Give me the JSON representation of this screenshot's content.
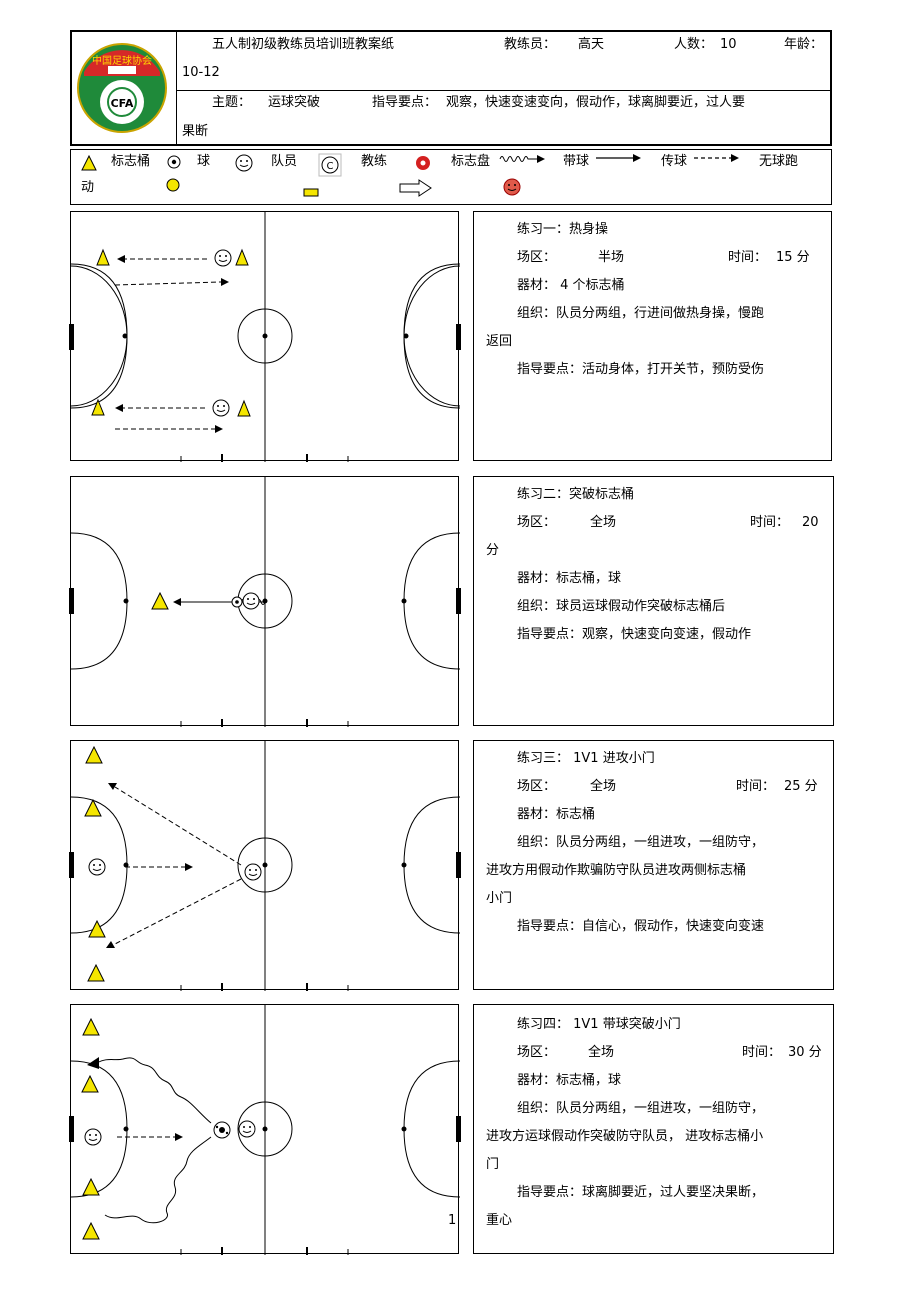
{
  "header": {
    "title": "五人制初级教练员培训班教案纸",
    "coach_label": "教练员：",
    "coach_name": "高天",
    "count_label": "人数：",
    "count_value": "10",
    "age_label": "年龄：",
    "age_value": "10-12",
    "topic_label": "主题：",
    "topic_value": "运球突破",
    "key_label": "指导要点：",
    "key_value_line1": "观察，快速变速变向，假动作，球离脚要近，过人要",
    "key_value_line2": "果断",
    "logo_text": "中国足球协会",
    "logo_badge": "CFA"
  },
  "legend": {
    "cone": "标志桶",
    "ball": "球",
    "player": "队员",
    "coach": "教练",
    "coach_symbol": "C",
    "disc": "标志盘",
    "dribble": "带球",
    "pass": "传球",
    "run_line1": "无球跑",
    "run_line2": "动"
  },
  "drills": [
    {
      "title": "练习一：热身操",
      "area_label": "场区：",
      "area_value": "半场",
      "time_label": "时间：",
      "time_value": "15 分",
      "equipment": "器材： 4 个标志桶",
      "org_line1": "组织：队员分两组，行进间做热身操，慢跑",
      "org_line2": "返回",
      "key": "指导要点：活动身体，打开关节，预防受伤"
    },
    {
      "title": "练习二：突破标志桶",
      "area_label": "场区：",
      "area_value": "全场",
      "time_label": "时间：",
      "time_value": "20",
      "time_unit": "分",
      "equipment": "器材：标志桶，球",
      "org_line1": "组织：球员运球假动作突破标志桶后",
      "key": "指导要点：观察，快速变向变速，假动作"
    },
    {
      "title": "练习三： 1V1 进攻小门",
      "area_label": "场区：",
      "area_value": "全场",
      "time_label": "时间：",
      "time_value": "25 分",
      "equipment": "器材：标志桶",
      "org_line1": "组织：队员分两组，一组进攻，一组防守，",
      "org_line2": "进攻方用假动作欺骗防守队员进攻两侧标志桶",
      "org_line3": "小门",
      "key": "指导要点：自信心，假动作，快速变向变速"
    },
    {
      "title": "练习四： 1V1 带球突破小门",
      "area_label": "场区：",
      "area_value": "全场",
      "time_label": "时间：",
      "time_value": "30 分",
      "equipment": "器材：标志桶，球",
      "org_line1": "组织：队员分两组，一组进攻，一组防守，",
      "org_line2": "进攻方运球假动作突破防守队员，      进攻标志桶小",
      "org_line3": "门",
      "key_line1": "指导要点：球离脚要近，过人要坚决果断，",
      "key_line2": "重心"
    }
  ],
  "page_number": "1",
  "colors": {
    "cone_fill": "#f5e600",
    "disc_red": "#d42020",
    "logo_green": "#1f8a3a",
    "logo_red": "#d62828"
  }
}
